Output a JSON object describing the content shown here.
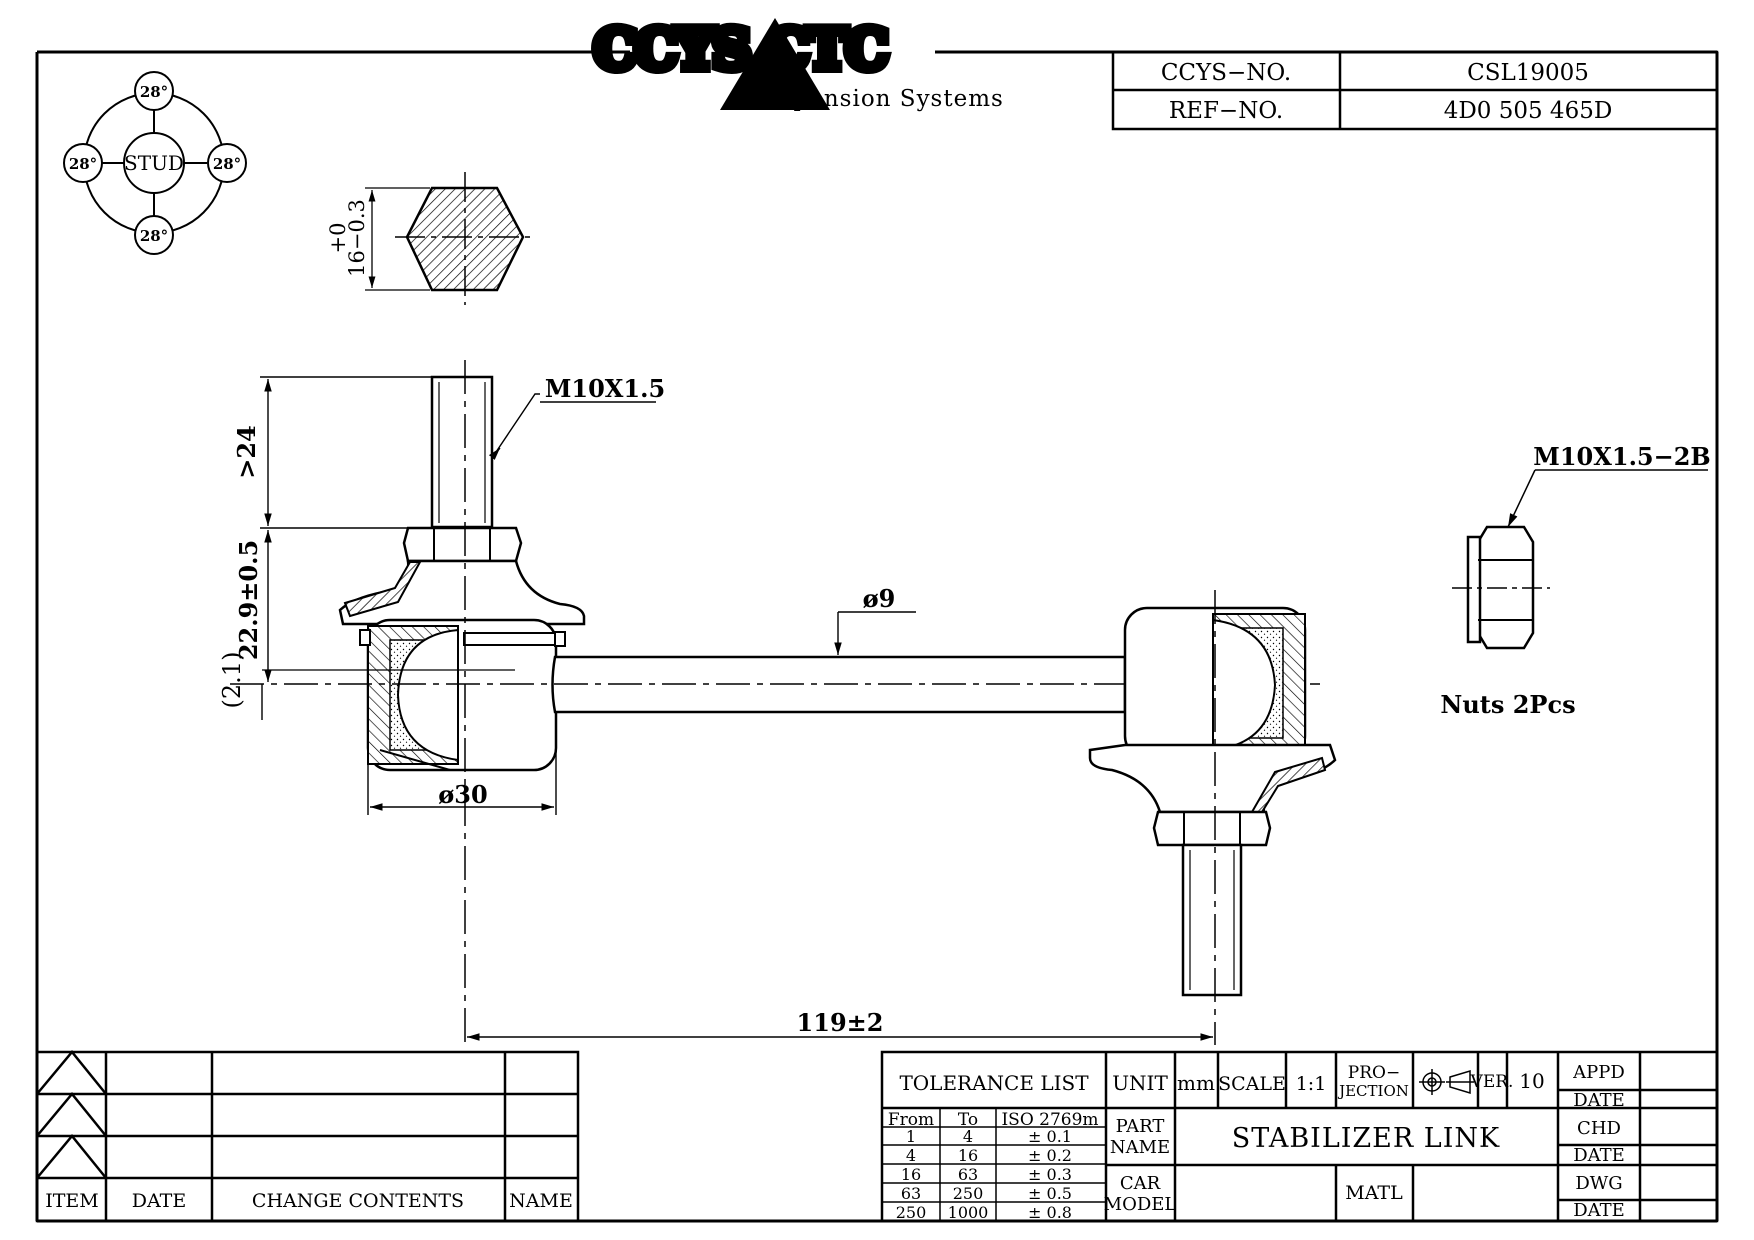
{
  "logo": {
    "brand": "CCYS CTC",
    "subtitle": "Suspension Systems"
  },
  "title_block": {
    "ccys_no_label": "CCYS−NO.",
    "ccys_no_value": "CSL19005",
    "ref_no_label": "REF−NO.",
    "ref_no_value": "4D0 505 465D"
  },
  "stud_diagram": {
    "center_label": "STUD",
    "angle_top": "28°",
    "angle_left": "28°",
    "angle_right": "28°",
    "angle_bottom": "28°"
  },
  "dimensions": {
    "hex_tolerance_top": "+0",
    "hex_tolerance_bottom": "16−0.3",
    "thread_left": "M10X1.5",
    "stud_length": ">24",
    "height_tol": "22.9±0.5",
    "offset": "(2.1)",
    "rod_diameter": "ø9",
    "ball_diameter": "ø30",
    "center_distance": "119±2"
  },
  "nut": {
    "thread_label": "M10X1.5−2B",
    "quantity_label": "Nuts 2Pcs"
  },
  "revision_table": {
    "headers": [
      "ITEM",
      "DATE",
      "CHANGE CONTENTS",
      "NAME"
    ]
  },
  "tolerance_table": {
    "title": "TOLERANCE LIST",
    "headers": [
      "From",
      "To",
      "ISO 2769m"
    ],
    "rows": [
      [
        "1",
        "4",
        "± 0.1"
      ],
      [
        "4",
        "16",
        "± 0.2"
      ],
      [
        "16",
        "63",
        "± 0.3"
      ],
      [
        "63",
        "250",
        "± 0.5"
      ],
      [
        "250",
        "1000",
        "± 0.8"
      ]
    ]
  },
  "info_block": {
    "unit_label": "UNIT",
    "unit_value": "mm",
    "scale_label": "SCALE",
    "scale_value": "1:1",
    "projection_line1": "PRO−",
    "projection_line2": "JECTION",
    "ver_label": "VER.",
    "ver_value": "10",
    "part_name_line1": "PART",
    "part_name_line2": "NAME",
    "part_name_value": "STABILIZER LINK",
    "car_model_line1": "CAR",
    "car_model_line2": "MODEL",
    "matl_label": "MATL",
    "appd_label": "APPD",
    "chd_label": "CHD",
    "dwg_label": "DWG",
    "date_label": "DATE"
  }
}
